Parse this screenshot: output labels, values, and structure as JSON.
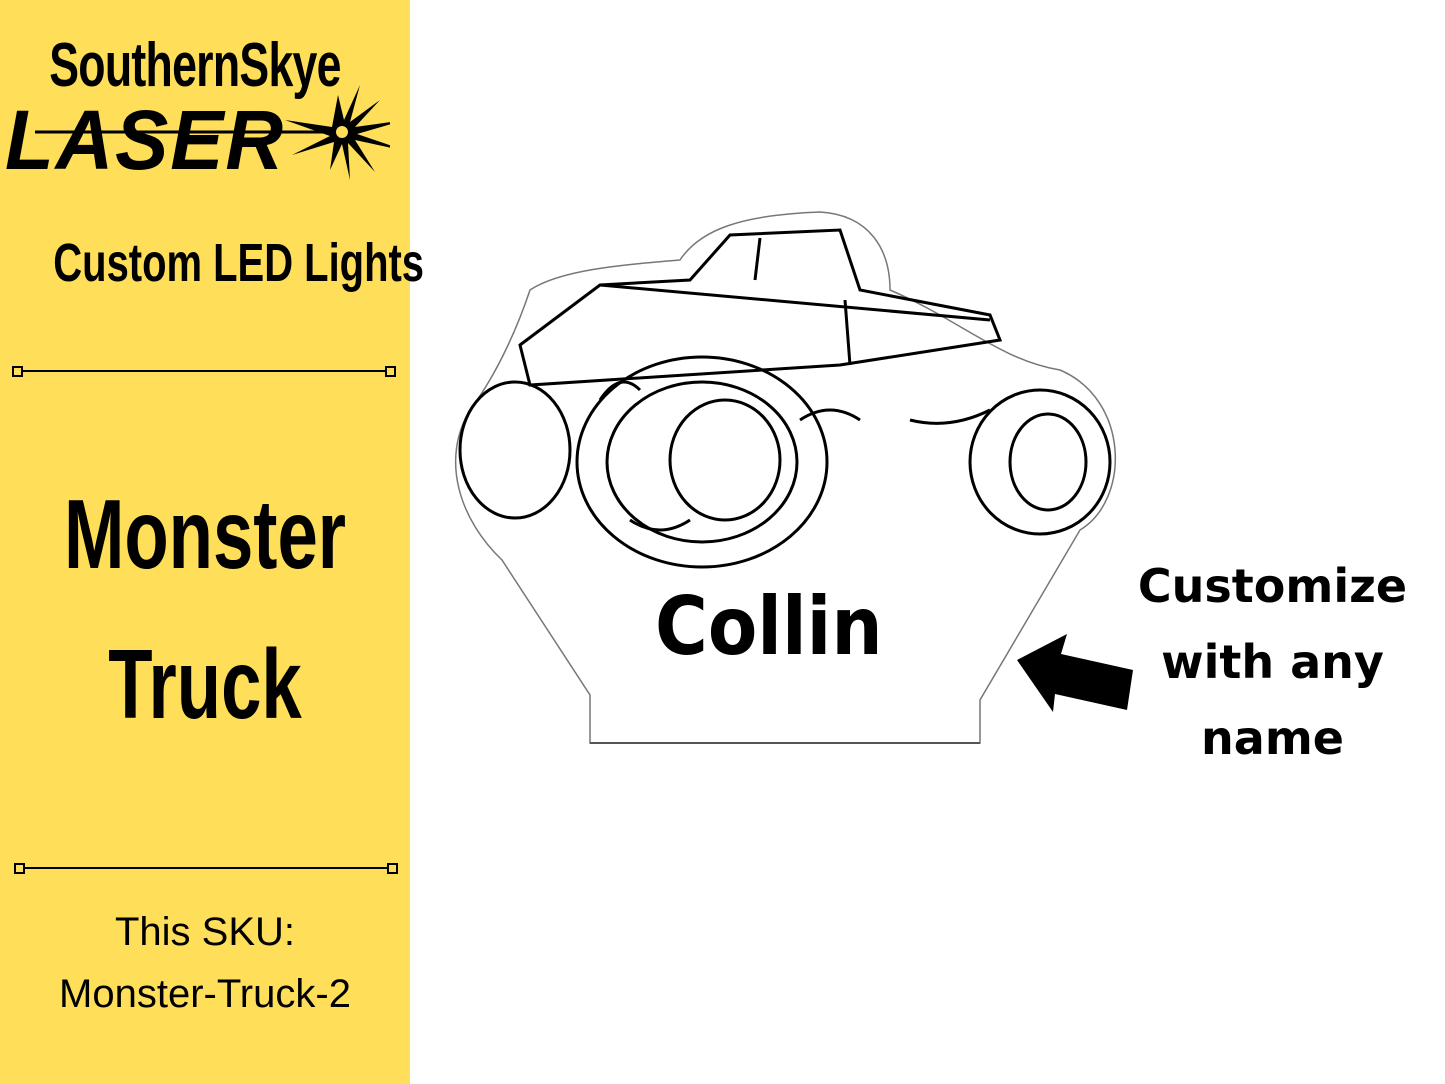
{
  "brand": {
    "line1": "SouthernSkye",
    "line2": "LASER"
  },
  "sidebar": {
    "subtitle": "Custom LED Lights",
    "title_line1": "Monster",
    "title_line2": "Truck",
    "sku_label": "This SKU:",
    "sku_value": "Monster-Truck-2"
  },
  "product": {
    "name_text": "Collin",
    "cta_line1": "Customize",
    "cta_line2": "with any",
    "cta_line3": "name"
  },
  "colors": {
    "sidebar_bg": "#FFDE59",
    "text": "#000000"
  }
}
